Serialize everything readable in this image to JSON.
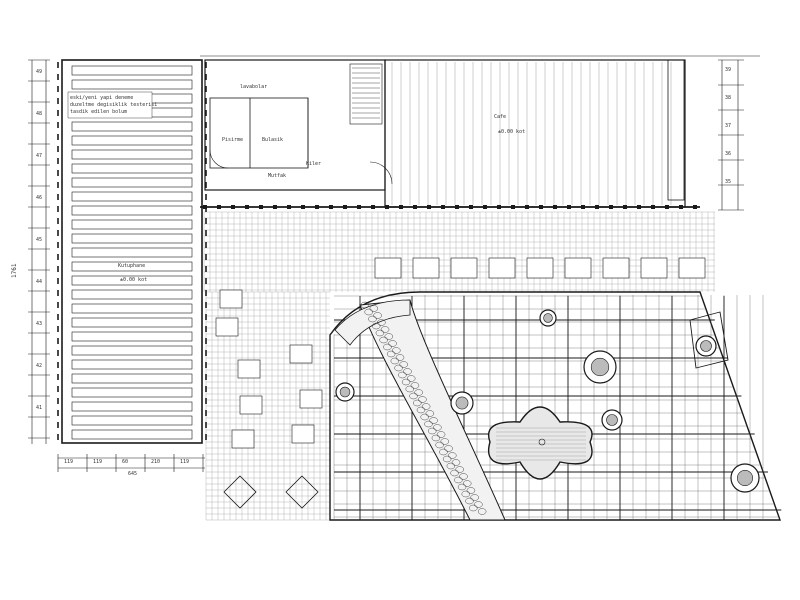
{
  "drawing": {
    "labels": {
      "note_lines": [
        "eski/yeni yapi deneme",
        "duzeltme degisiklik testerisi",
        "tasdik edilen bolum"
      ],
      "left_hall": "Kutuphane",
      "cafe": "Cafe",
      "lavabolar": "lavabolar",
      "mutfak": "Mutfak",
      "room_a": "Pisirme",
      "room_b": "Bulasik",
      "room_c": "Kiler",
      "spot_left": "±0.00 kot",
      "spot_cafe": "±0.00 kot"
    },
    "dimensions": {
      "total_height": "1761",
      "bottom_total": "645",
      "left_ruler": [
        "49",
        "48",
        "47",
        "46",
        "45",
        "44",
        "43",
        "42",
        "41"
      ],
      "right_ruler": [
        "39",
        "38",
        "37",
        "36",
        "35"
      ],
      "bottom_ruler": [
        "119",
        "119",
        "60",
        "210",
        "119"
      ]
    },
    "colors": {
      "ink": "#1a1a1a",
      "paper": "#ffffff",
      "hatch": "#555555"
    }
  }
}
